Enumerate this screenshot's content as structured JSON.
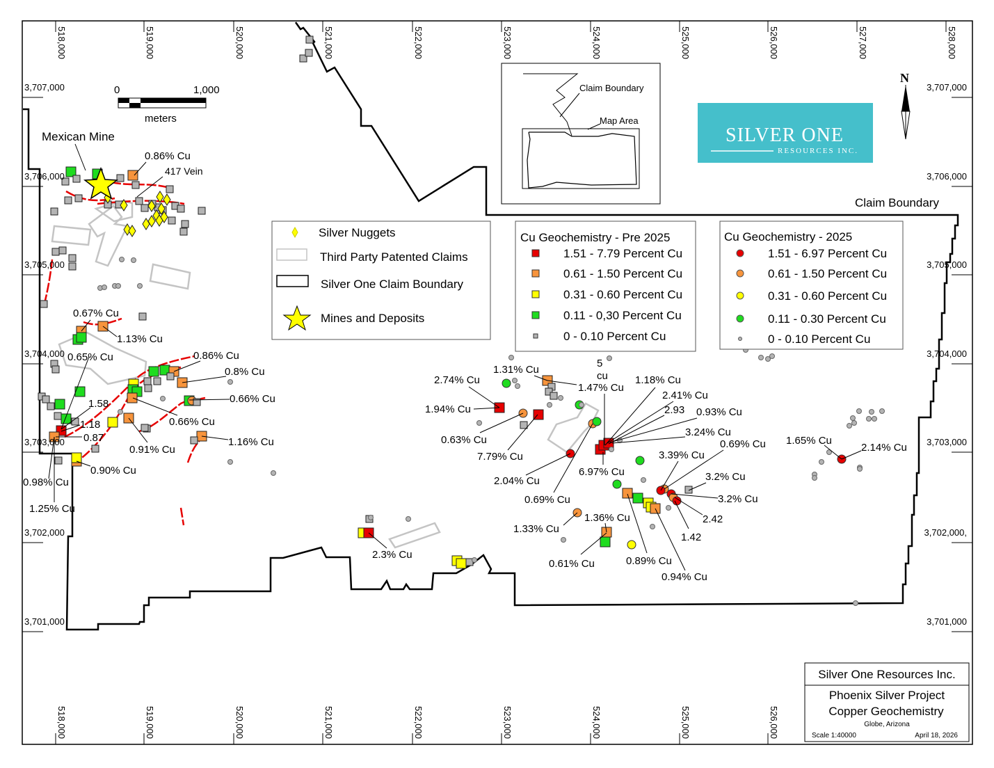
{
  "grid": {
    "eastings_top": [
      "518,000",
      "519,000",
      "520,000",
      "521,000",
      "522,000",
      "523,000",
      "524,000",
      "525,000",
      "526,000",
      "527,000",
      "528,000"
    ],
    "eastings_bottom": [
      "518,000",
      "519,000",
      "520,000",
      "521,000",
      "522,000",
      "523,000",
      "524,000",
      "525,000",
      "526,000"
    ],
    "northings_left": [
      "3,707,000",
      "3,706,000",
      "3,705,000",
      "3,704,000",
      "3,703,000",
      "3,702,000",
      "3,701,000"
    ],
    "northings_right": [
      "3,707,000",
      "3,706,000",
      "3,705,000",
      "3,704,000",
      "3,703,000",
      "3,702,000,",
      "3,701,000"
    ]
  },
  "scale_bar": {
    "start": "0",
    "end": "1,000",
    "unit": "meters"
  },
  "north_arrow": {
    "label": "N"
  },
  "inset": {
    "claim_boundary": "Claim Boundary",
    "map_area": "Map Area"
  },
  "logo": {
    "name": "SILVER ONE",
    "sub": "RESOURCES INC."
  },
  "map_labels": {
    "mexican_mine": "Mexican Mine",
    "vein": "417 Vein",
    "claim_boundary": "Claim Boundary"
  },
  "legend_main": {
    "items": [
      "Silver Nuggets",
      "Third Party Patented Claims",
      "Silver One Claim Boundary",
      "Mines and Deposits"
    ]
  },
  "legend_pre2025": {
    "title": "Cu Geochemistry - Pre 2025",
    "items": [
      "1.51 - 7.79 Percent Cu",
      "0.61 - 1.50 Percent Cu",
      "0.31 - 0.60 Percent Cu",
      "0.11 - 0,30 Percent Cu",
      "0 - 0.10 Percent Cu"
    ]
  },
  "legend_2025": {
    "title": "Cu Geochemistry - 2025",
    "items": [
      "1.51 - 6.97 Percent Cu",
      "0.61 - 1.50 Percent Cu",
      "0.31 - 0.60 Percent Cu",
      "0.11 - 0.30 Percent Cu",
      "0 - 0.10 Percent Cu"
    ]
  },
  "grade_colors": [
    "#e60000",
    "#f7943c",
    "#ffff00",
    "#1fdc1f",
    "#b4b4b4"
  ],
  "sample_labels": [
    "0.86% Cu",
    "0.67% Cu",
    "1.13% Cu",
    "0.65% Cu",
    "0.86% Cu",
    "0.8% Cu",
    "0.66% Cu",
    "0.66% Cu",
    "1.58",
    "1.18",
    "0.87",
    "0.91% Cu",
    "1.16% Cu",
    "0.90% Cu",
    "0.98% Cu",
    "1.25% Cu",
    "2.3% Cu",
    "2.74% Cu",
    "1.31% Cu",
    "1.47% Cu",
    "5",
    "cu",
    "1.94% Cu",
    "0.63% Cu",
    "7.79% Cu",
    "2.04% Cu",
    "0.69% Cu",
    "1.18% Cu",
    "2.41% Cu",
    "2.93",
    "0.93% Cu",
    "3.24% Cu",
    "6.97% Cu",
    "0.69% Cu",
    "3.39% Cu",
    "3.2% Cu",
    "3.2% Cu",
    "2.42",
    "1.42",
    "1.36% Cu",
    "1.33% Cu",
    "0.61% Cu",
    "0.89% Cu",
    "0.94% Cu",
    "1.65% Cu",
    "2.14% Cu"
  ],
  "title_block": {
    "company": "Silver One Resources Inc.",
    "project": "Phoenix Silver Project",
    "subject": "Copper Geochemistry",
    "location": "Globe, Arizona",
    "scale": "Scale 1:40000",
    "date": "April 18, 2026"
  }
}
